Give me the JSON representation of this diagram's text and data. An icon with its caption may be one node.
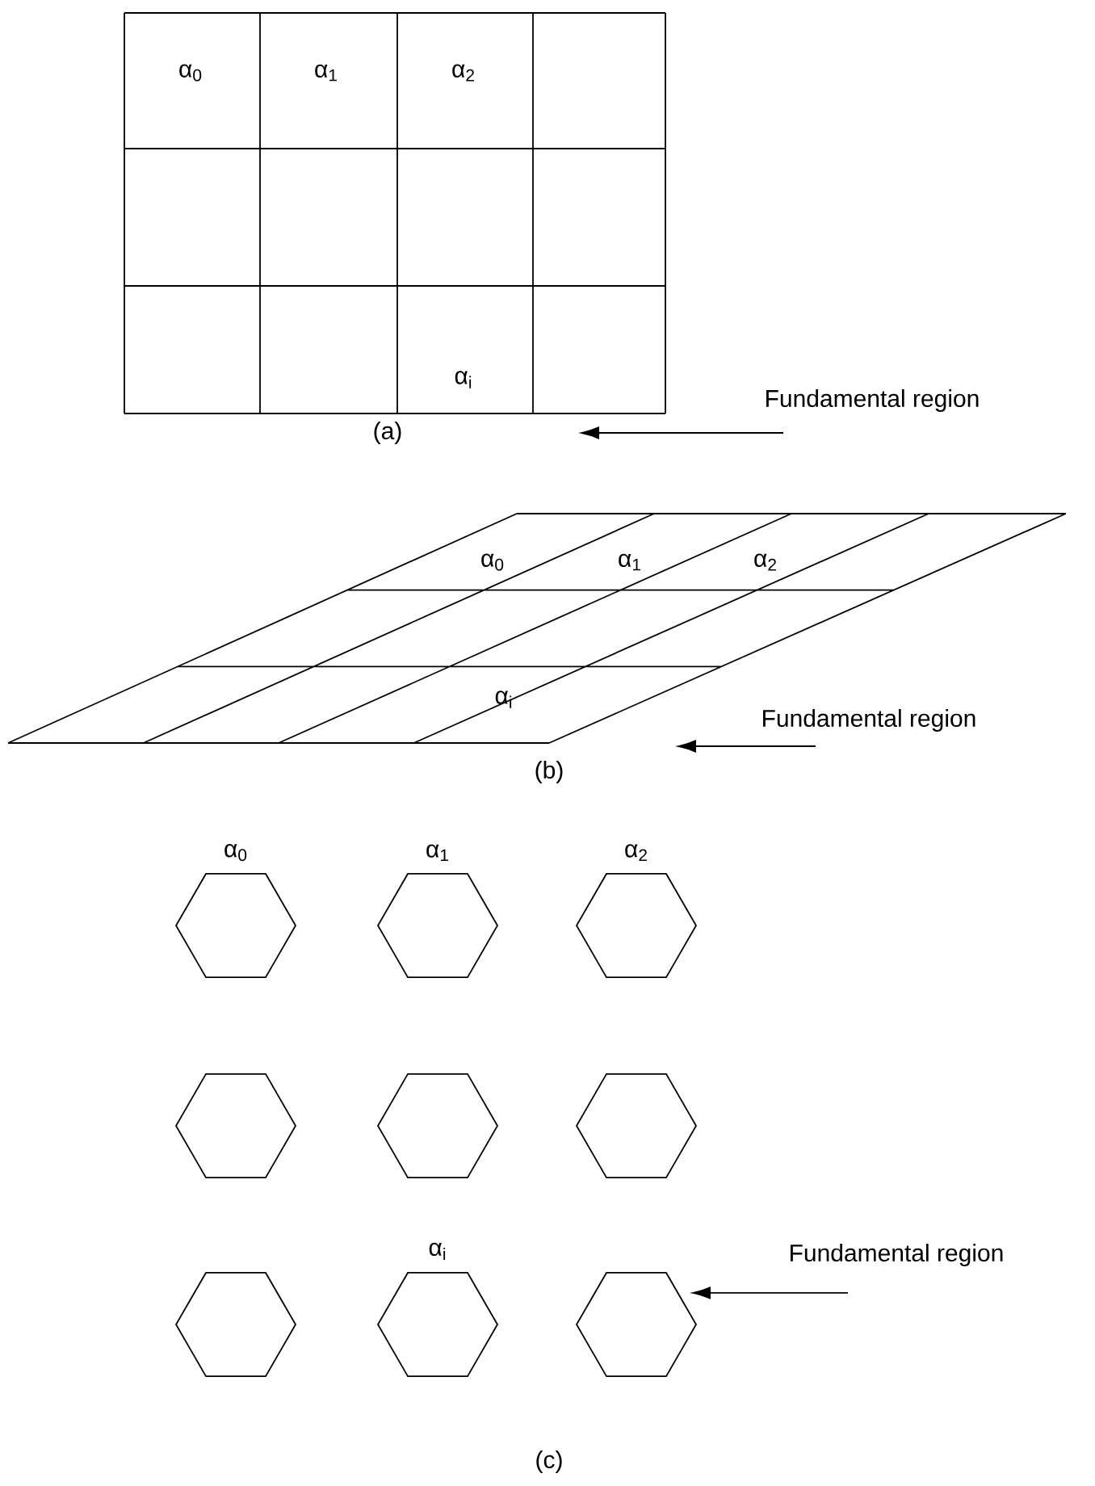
{
  "diagram": {
    "nodes": [
      {
        "text": [
          "Fundamental region"
        ]
      },
      {
        "text": [
          "Fundamental region"
        ]
      },
      {
        "text": [
          "Fundamental region"
        ]
      },
      {
        "text": [
          "α$_{0}$"
        ]
      },
      {
        "text": [
          "α$_{1}$"
        ]
      },
      {
        "text": [
          "α$_{2}$"
        ]
      },
      {
        "text": [],
        "shape": "hexagon"
      },
      {
        "text": [],
        "shape": "hexagon"
      },
      {
        "text": [],
        "shape": "hexagon"
      },
      {
        "text": [],
        "shape": "hexagon"
      },
      {
        "text": [
          "α$_{i}$"
        ]
      },
      {
        "text": [],
        "shape": "hexagon"
      }
    ],
    "edges": [
      {
        "from": 0,
        "to": null,
        "arrow": "to"
      },
      {
        "from": 1,
        "to": null,
        "arrow": "to"
      },
      {
        "from": 2,
        "to": 11,
        "arrow": "to"
      }
    ],
    "labels": [
      "α$_{0}$",
      "α$_{1}$",
      "α$_{2}$",
      "α$_{i}$",
      "(a)",
      "α$_{0}$",
      "α$_{1}$",
      "α$_{2}$",
      "α$_{i}$",
      "(b)",
      "(c)"
    ]
  }
}
